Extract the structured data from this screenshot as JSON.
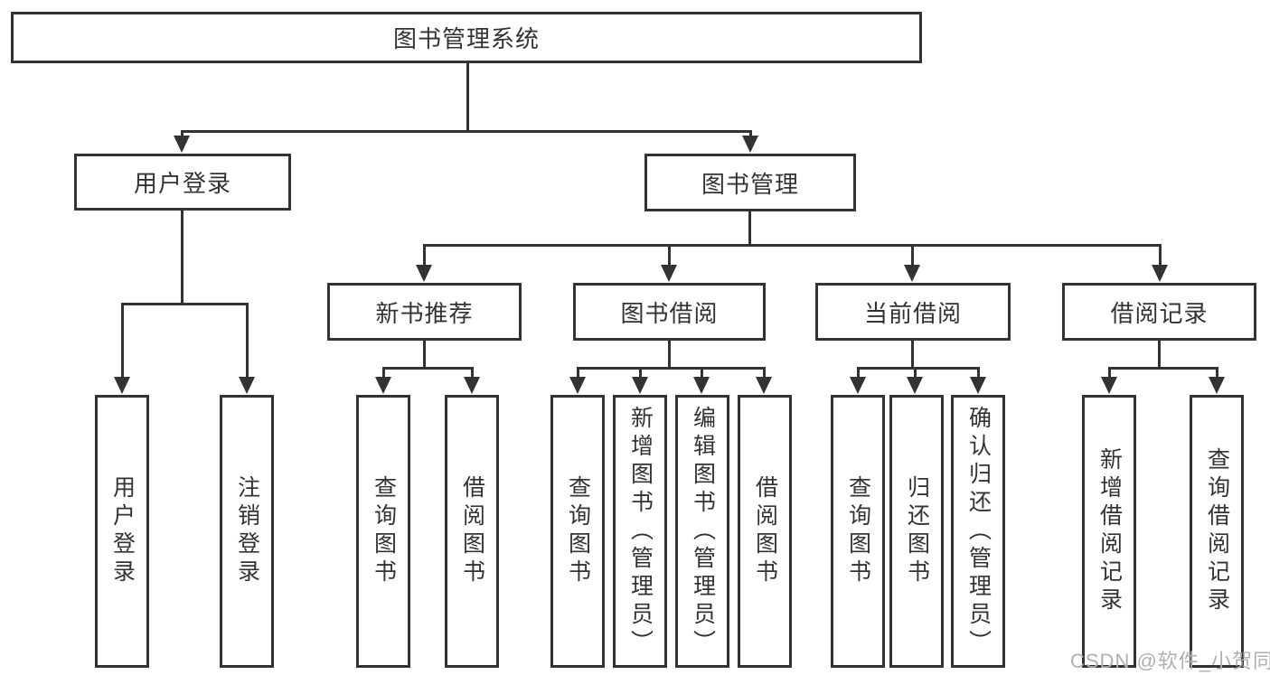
{
  "diagram": {
    "type": "tree",
    "colors": {
      "line": "#333333",
      "text": "#333333",
      "box_background": "#ffffff",
      "watermark": "#b0b0b0",
      "page_background": "#ffffff"
    },
    "watermark": "CSDN @软件_小贺同学",
    "tree": {
      "label": "图书管理系统",
      "children": [
        {
          "label": "用户登录",
          "children": [
            {
              "label": "用户登录"
            },
            {
              "label": "注销登录"
            }
          ]
        },
        {
          "label": "图书管理",
          "children": [
            {
              "label": "新书推荐",
              "children": [
                {
                  "label": "查询图书"
                },
                {
                  "label": "借阅图书"
                }
              ]
            },
            {
              "label": "图书借阅",
              "children": [
                {
                  "label": "查询图书"
                },
                {
                  "label": "新增图书（管理员）"
                },
                {
                  "label": "编辑图书（管理员）"
                },
                {
                  "label": "借阅图书"
                }
              ]
            },
            {
              "label": "当前借阅",
              "children": [
                {
                  "label": "查询图书"
                },
                {
                  "label": "归还图书"
                },
                {
                  "label": "确认归还（管理员）"
                }
              ]
            },
            {
              "label": "借阅记录",
              "children": [
                {
                  "label": "新增借阅记录"
                },
                {
                  "label": "查询借阅记录"
                }
              ]
            }
          ]
        }
      ]
    }
  }
}
